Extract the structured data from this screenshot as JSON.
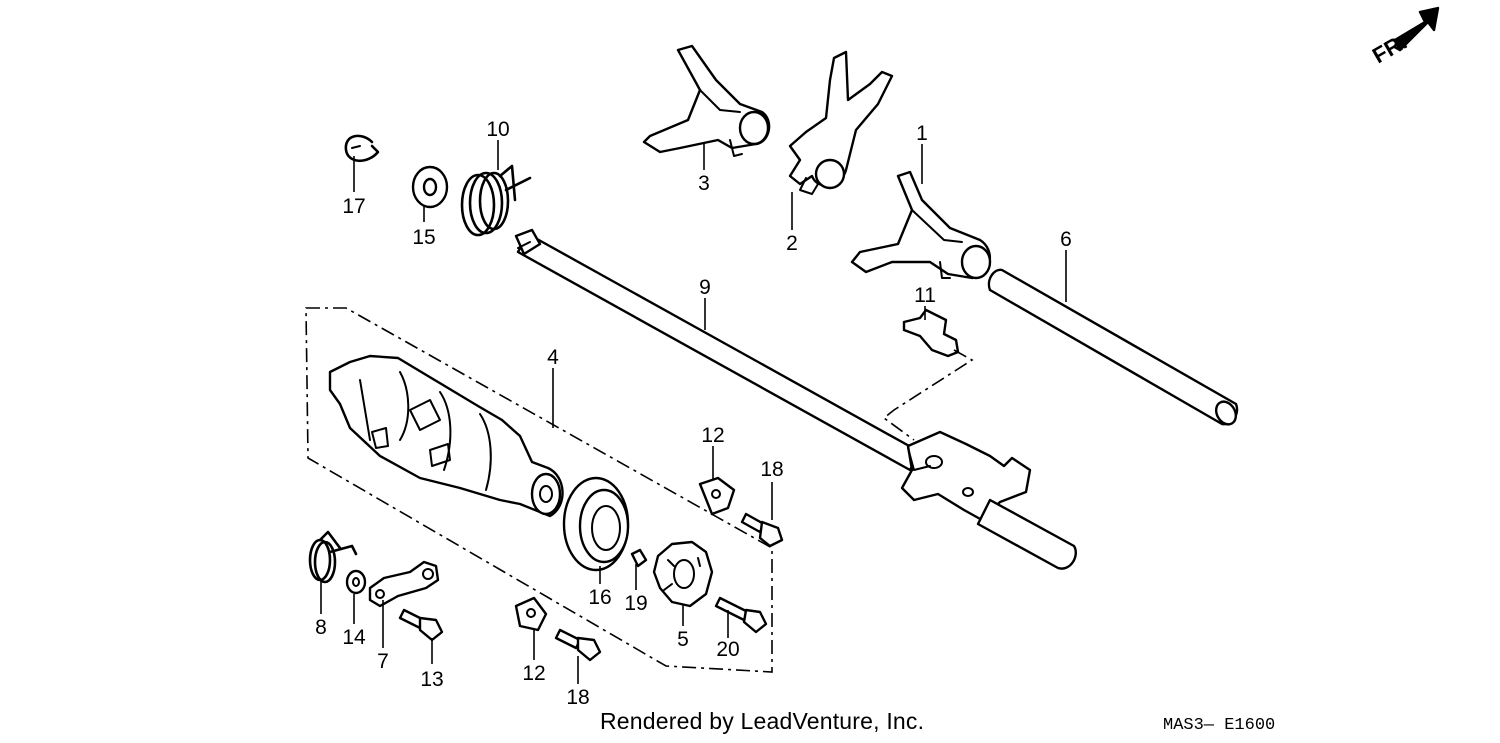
{
  "diagram": {
    "credit": "Rendered by LeadVenture, Inc.",
    "diagram_code": "MAS3— E1600",
    "direction_label": "FR.",
    "callouts": [
      "1",
      "2",
      "3",
      "4",
      "5",
      "6",
      "7",
      "8",
      "9",
      "10",
      "11",
      "12",
      "12",
      "13",
      "14",
      "15",
      "16",
      "17",
      "18",
      "18",
      "19",
      "20"
    ]
  }
}
